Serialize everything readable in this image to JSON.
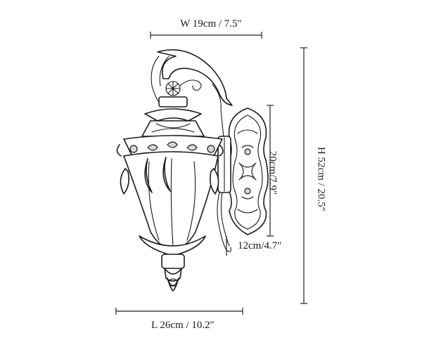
{
  "dimensions": {
    "width": "W 19cm / 7.5″",
    "height": "H 52cm / 20.5″",
    "length": "L 26cm / 10.2″",
    "bracket_height": "20cm/7.9″",
    "depth": "12cm/4.7″"
  },
  "colors": {
    "ink": "#1a1a1a",
    "background": "#ffffff"
  }
}
